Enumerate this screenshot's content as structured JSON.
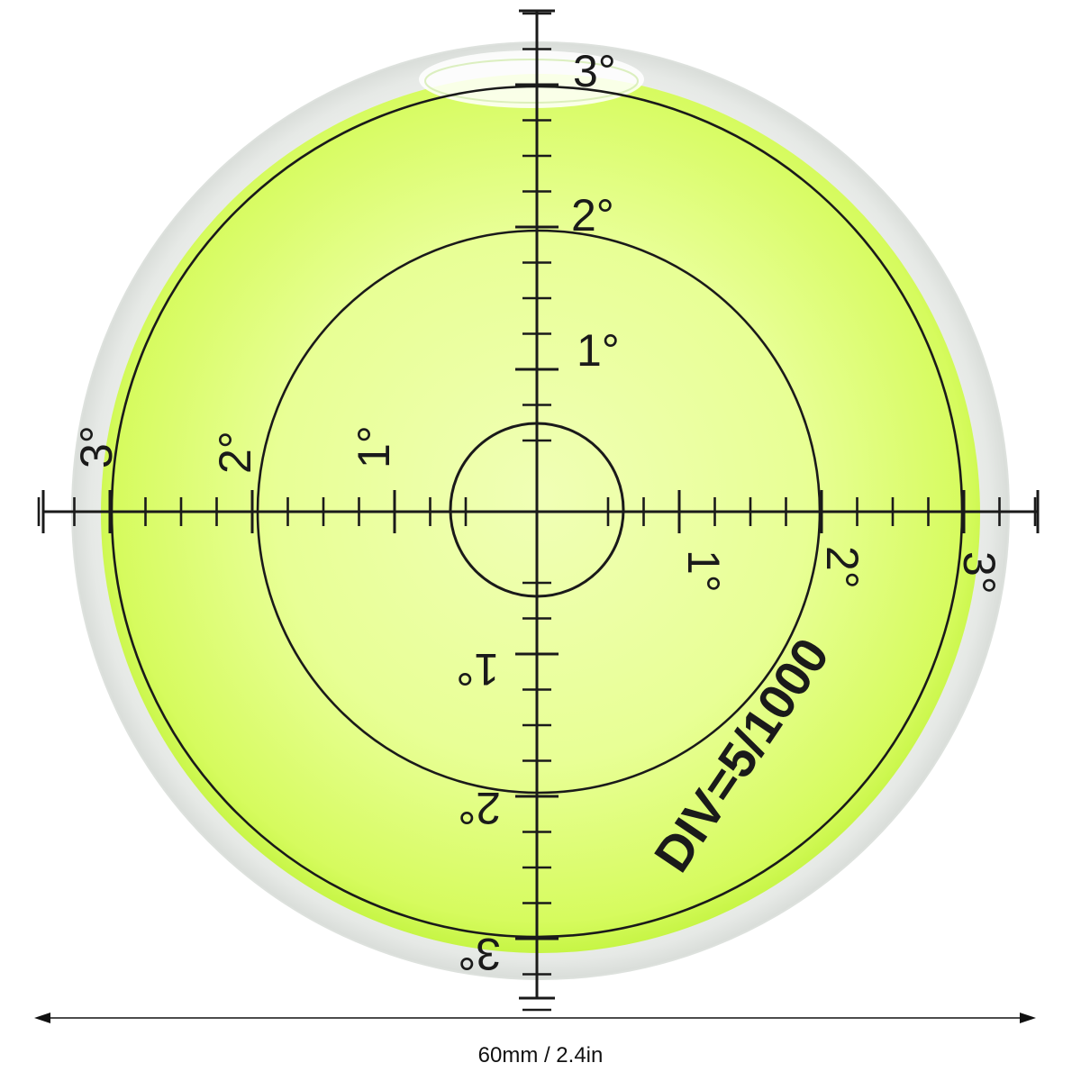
{
  "product": {
    "scale_labels": {
      "one": "1°",
      "two": "2°",
      "three": "3°"
    },
    "division_label": "DIV=5/1000",
    "dimension_label": "60mm / 2.4in"
  },
  "colors": {
    "liquid": "#e6ff8a",
    "liquid_edge": "#c8f53c",
    "ink": "#1a1a1a",
    "housing": "#f2f4f2"
  },
  "icons": {
    "dimension_arrow": "double-headed-arrow"
  }
}
